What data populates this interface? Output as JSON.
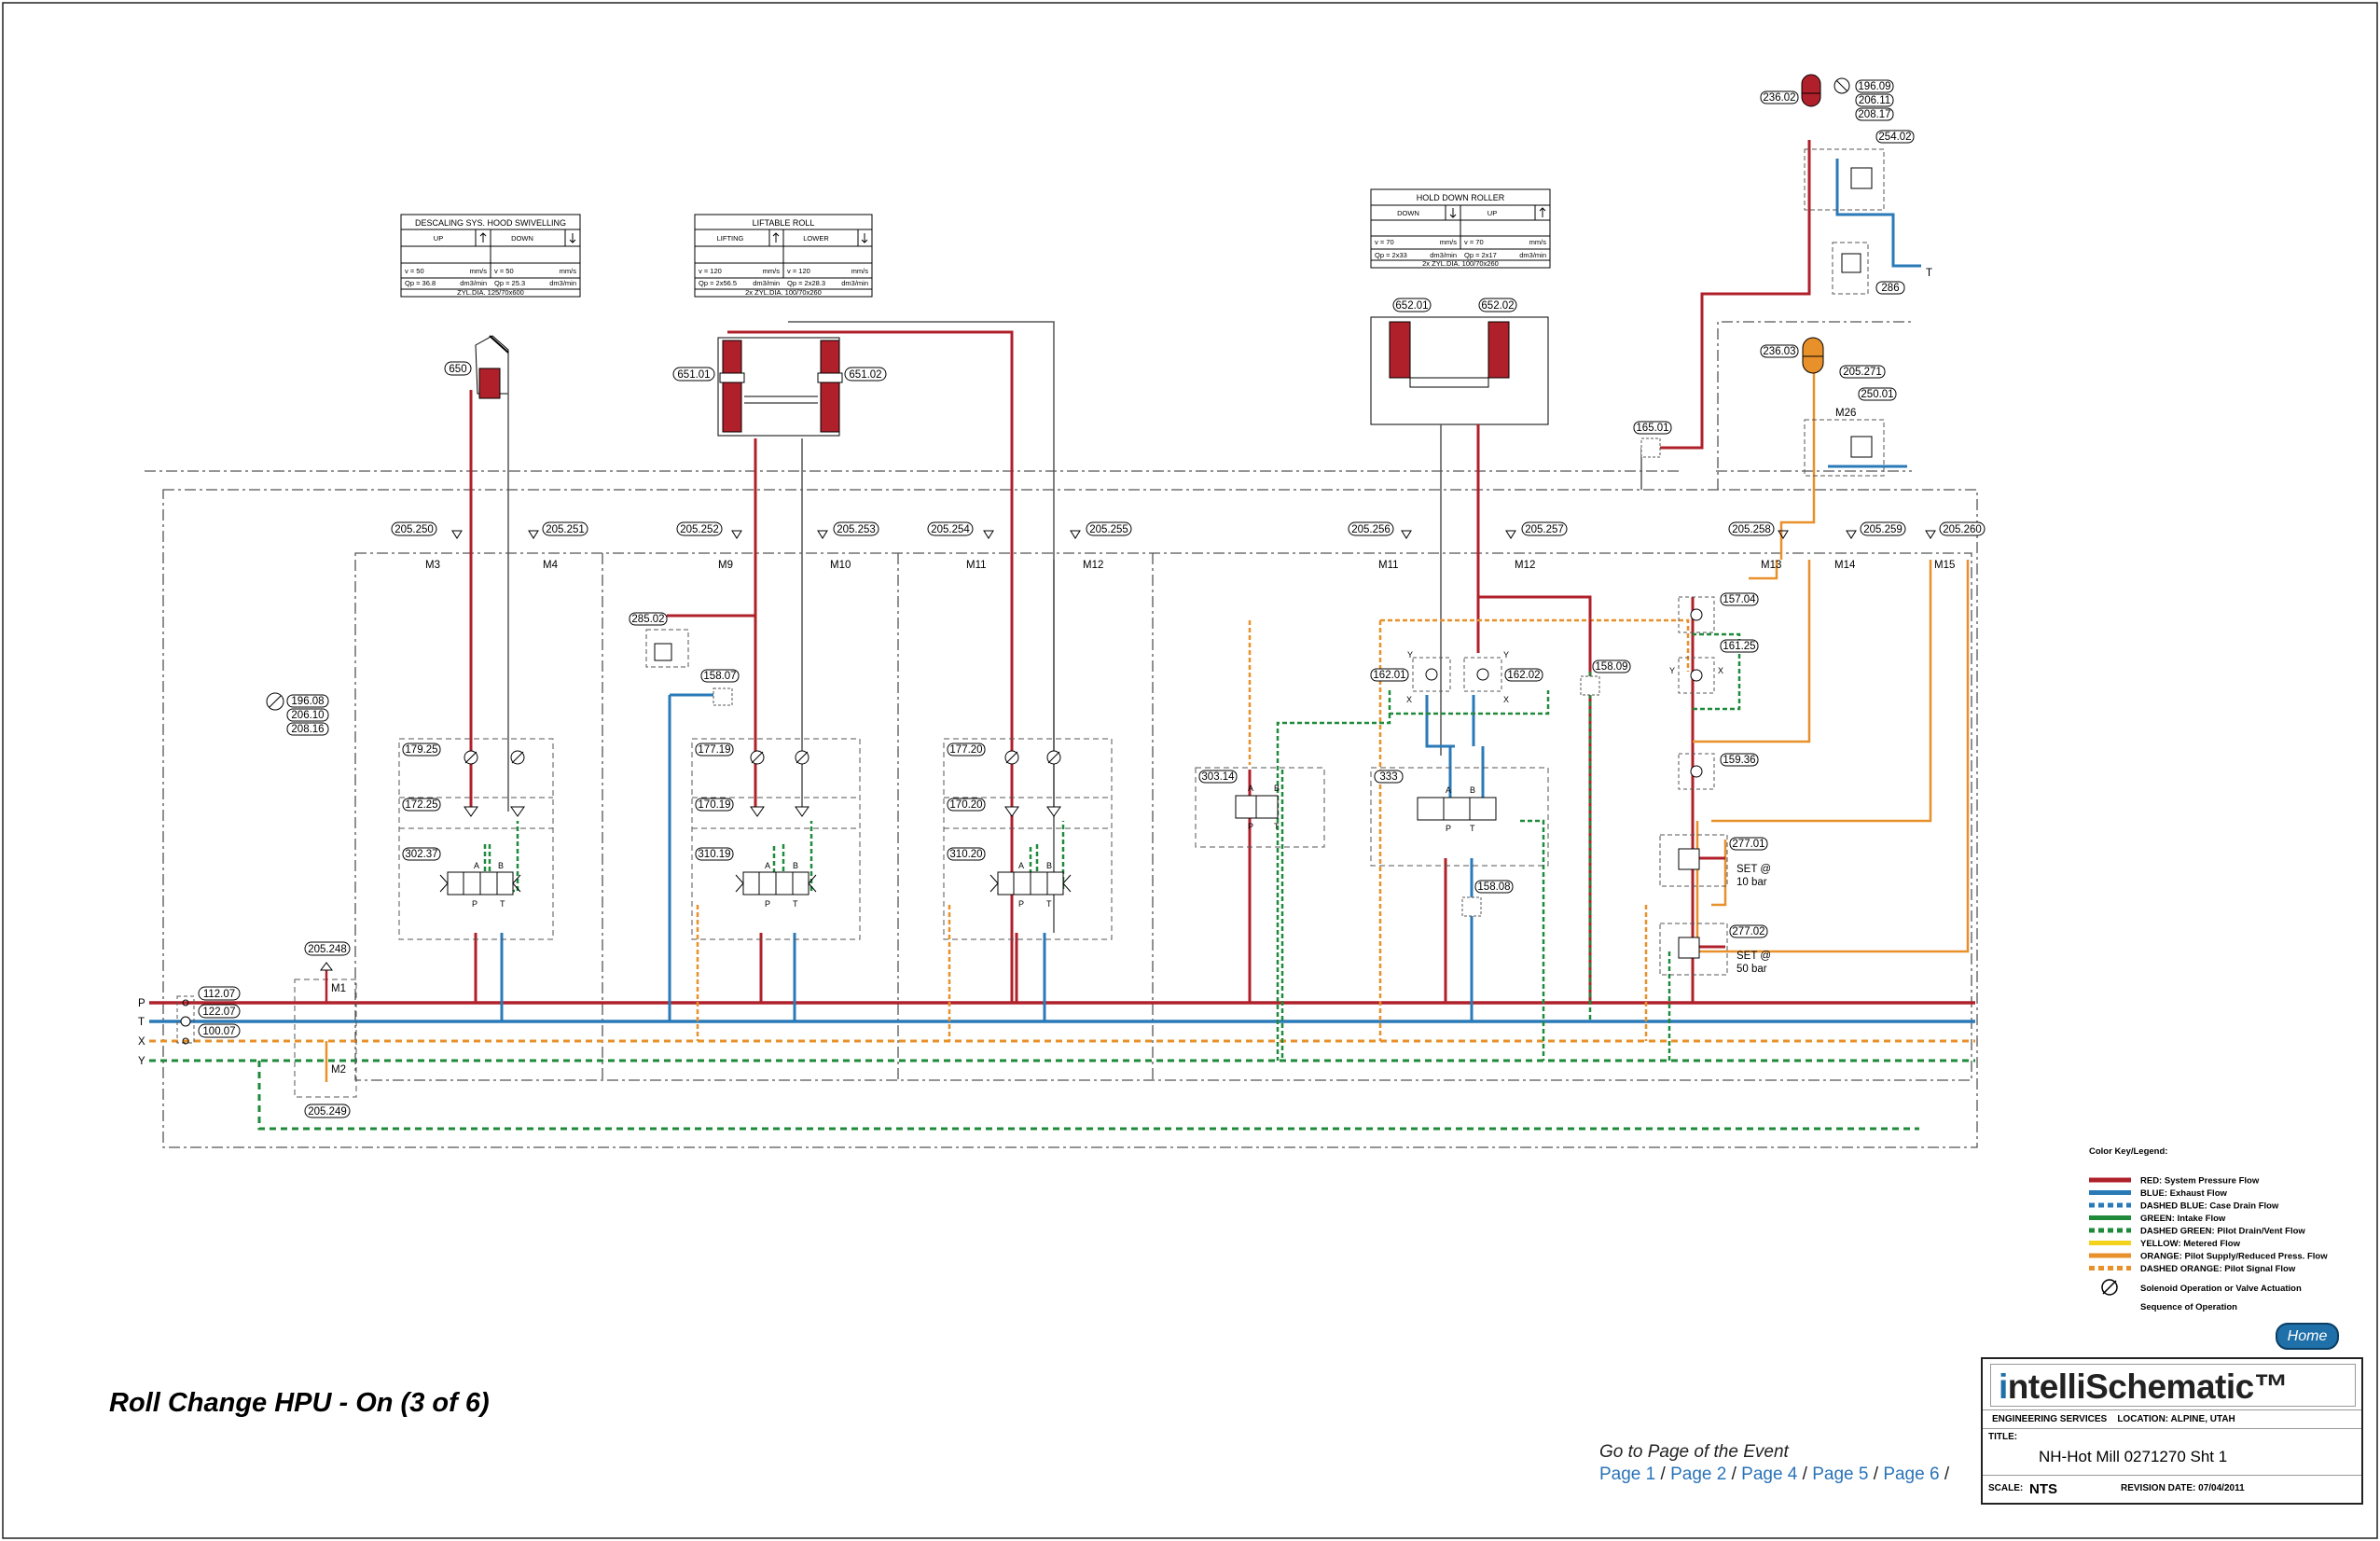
{
  "page": {
    "title": "Roll Change HPU - On (3 of 6)"
  },
  "navigation": {
    "goto_label": "Go to Page of the Event",
    "pages": [
      "Page 1",
      "Page 2",
      "Page 4",
      "Page 5",
      "Page 6"
    ],
    "separator": "/",
    "home_label": "Home"
  },
  "title_block": {
    "brand_prefix": "i",
    "brand_main": "ntelliSchematic",
    "brand_tm": "™",
    "services": "ENGINEERING SERVICES",
    "location": "LOCATION: ALPINE, UTAH",
    "title_label": "TITLE:",
    "title_value": "NH-Hot Mill 0271270 Sht 1",
    "scale_label": "SCALE:",
    "scale_value": "NTS",
    "revision": "REVISION DATE: 07/04/2011"
  },
  "legend": {
    "heading": "Color Key/Legend:",
    "items": [
      {
        "label": "RED: System Pressure Flow",
        "color": "#b0202a",
        "dashed": false
      },
      {
        "label": "BLUE: Exhaust Flow",
        "color": "#2a7ab8",
        "dashed": false
      },
      {
        "label": "DASHED BLUE: Case Drain Flow",
        "color": "#2a7ab8",
        "dashed": true
      },
      {
        "label": "GREEN: Intake Flow",
        "color": "#1e8a3a",
        "dashed": false
      },
      {
        "label": "DASHED GREEN: Pilot Drain/Vent Flow",
        "color": "#1e8a3a",
        "dashed": true
      },
      {
        "label": "YELLOW: Metered Flow",
        "color": "#f2d21b",
        "dashed": false
      },
      {
        "label": "ORANGE: Pilot Supply/Reduced Press. Flow",
        "color": "#e8902a",
        "dashed": false
      },
      {
        "label": "DASHED ORANGE: Pilot Signal Flow",
        "color": "#e8902a",
        "dashed": true
      }
    ],
    "solenoid_label": "Solenoid Operation or Valve Actuation",
    "sequence_label": "Sequence of Operation"
  },
  "colors": {
    "pressure": "#b0202a",
    "exhaust": "#2a7ab8",
    "intake": "#1e8a3a",
    "pilot": "#e8902a",
    "frame": "#555555"
  },
  "lines": {
    "P": "P",
    "T": "T",
    "X": "X",
    "Y": "Y"
  },
  "tables": {
    "descaling": {
      "title": "DESCALING SYS. HOOD SWIVELLING",
      "col1": "UP",
      "col2": "DOWN",
      "r1a": "v = 50",
      "r1b": "mm/s",
      "r1c": "v = 50",
      "r1d": "mm/s",
      "r2a": "Qp = 36.8",
      "r2b": "dm3/min",
      "r2c": "Qp = 25.3",
      "r2d": "dm3/min",
      "foot": "ZYL.DIA. 125/70x600"
    },
    "liftable": {
      "title": "LIFTABLE ROLL",
      "col1": "LIFTING",
      "col2": "LOWER",
      "r1a": "v = 120",
      "r1b": "mm/s",
      "r1c": "v = 120",
      "r1d": "mm/s",
      "r2a": "Qp = 2x56.5",
      "r2b": "dm3/min",
      "r2c": "Qp = 2x28.3",
      "r2d": "dm3/min",
      "foot": "2x ZYL.DIA. 100/70x260"
    },
    "holddown": {
      "title": "HOLD DOWN ROLLER",
      "col1": "DOWN",
      "col2": "UP",
      "r1a": "v = 70",
      "r1b": "mm/s",
      "r1c": "v = 70",
      "r1d": "mm/s",
      "r2a": "Qp = 2x33",
      "r2b": "dm3/min",
      "r2c": "Qp = 2x17",
      "r2d": "dm3/min",
      "foot": "2x ZYL.DIA. 100/70x260"
    }
  },
  "tags": {
    "t650": "650",
    "t651_01": "651.01",
    "t651_02": "651.02",
    "t652_01": "652.01",
    "t652_02": "652.02",
    "t165_01": "165.01",
    "t236_02": "236.02",
    "t236_03": "236.03",
    "t196_09": "196.09",
    "t206_11": "206.11",
    "t208_17": "208.17",
    "t254_02": "254.02",
    "t286": "286",
    "tT": "T",
    "t205_271": "205.271",
    "t250_01": "250.01",
    "tM26": "M26",
    "t205_250": "205.250",
    "t205_251": "205.251",
    "t205_252": "205.252",
    "t205_253": "205.253",
    "t205_254": "205.254",
    "t205_255": "205.255",
    "t205_256": "205.256",
    "t205_257": "205.257",
    "t205_258": "205.258",
    "t205_259": "205.259",
    "t205_260": "205.260",
    "M3": "M3",
    "M4": "M4",
    "M9": "M9",
    "M10": "M10",
    "M11": "M11",
    "M12": "M12",
    "M11b": "M11",
    "M12b": "M12",
    "M13": "M13",
    "M14": "M14",
    "M15": "M15",
    "t285_02": "285.02",
    "t158_07": "158.07",
    "t196_08": "196.08",
    "t206_10": "206.10",
    "t208_16": "208.16",
    "t179_25": "179.25",
    "t172_25": "172.25",
    "t302_37": "302.37",
    "t177_19": "177.19",
    "t170_19": "170.19",
    "t310_19": "310.19",
    "t177_20": "177.20",
    "t170_20": "170.20",
    "t310_20": "310.20",
    "t303_14": "303.14",
    "t333": "333",
    "t158_08": "158.08",
    "t162_01": "162.01",
    "t162_02": "162.02",
    "t158_09": "158.09",
    "t157_04": "157.04",
    "t161_25": "161.25",
    "t159_36": "159.36",
    "t277_01": "277.01",
    "t277_02": "277.02",
    "set1a": "SET @",
    "set1b": "10 bar",
    "set2a": "SET @",
    "set2b": "50 bar",
    "t205_248": "205.248",
    "M1": "M1",
    "M2": "M2",
    "t205_249": "205.249",
    "t112_07": "112.07",
    "t122_07": "122.07",
    "t100_07": "100.07",
    "A": "A",
    "B": "B",
    "Pp": "P",
    "Tt": "T",
    "X": "X",
    "Y": "Y"
  }
}
